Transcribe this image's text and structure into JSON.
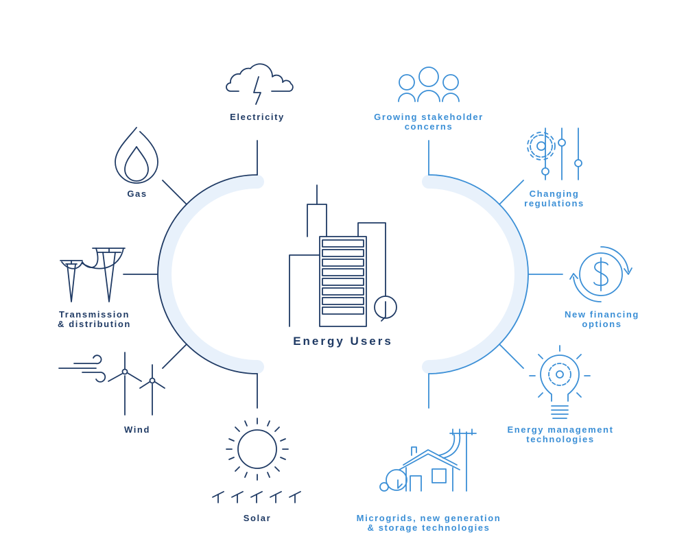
{
  "center": {
    "title": "Energy Users"
  },
  "left_items": [
    {
      "icon": "electricity-icon",
      "line1": "Electricity",
      "line2": ""
    },
    {
      "icon": "gas-icon",
      "line1": "Gas",
      "line2": ""
    },
    {
      "icon": "transmission-tower-icon",
      "line1": "Transmission",
      "line2": "& distribution"
    },
    {
      "icon": "wind-turbine-icon",
      "line1": "Wind",
      "line2": ""
    },
    {
      "icon": "sun-icon",
      "line1": "Solar",
      "line2": ""
    }
  ],
  "right_items": [
    {
      "icon": "people-icon",
      "line1": "Growing stakeholder",
      "line2": "concerns"
    },
    {
      "icon": "gear-sliders-icon",
      "line1": "Changing",
      "line2": "regulations"
    },
    {
      "icon": "dollar-cycle-icon",
      "line1": "New financing",
      "line2": "options"
    },
    {
      "icon": "lightbulb-gear-icon",
      "line1": "Energy management",
      "line2": "technologies"
    },
    {
      "icon": "house-grid-icon",
      "line1": "Microgrids, new generation",
      "line2": "& storage technologies"
    }
  ],
  "colors": {
    "left": "#1f3a64",
    "right": "#3b8fd6",
    "arc_fill": "#e8f1fb"
  }
}
